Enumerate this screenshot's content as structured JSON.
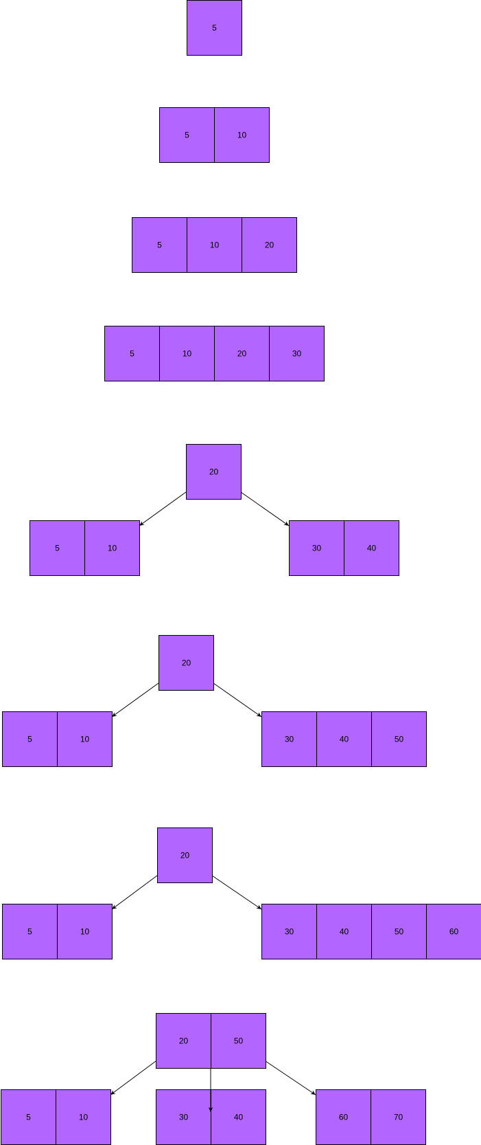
{
  "colors": {
    "cell_fill": "#b266ff",
    "cell_stroke": "#000000",
    "edge": "#000000",
    "background": "#ffffff"
  },
  "steps": [
    {
      "root": [
        "5"
      ],
      "children": []
    },
    {
      "root": [
        "5",
        "10"
      ],
      "children": []
    },
    {
      "root": [
        "5",
        "10",
        "20"
      ],
      "children": []
    },
    {
      "root": [
        "5",
        "10",
        "20",
        "30"
      ],
      "children": []
    },
    {
      "root": [
        "20"
      ],
      "children": [
        [
          "5",
          "10"
        ],
        [
          "30",
          "40"
        ]
      ]
    },
    {
      "root": [
        "20"
      ],
      "children": [
        [
          "5",
          "10"
        ],
        [
          "30",
          "40",
          "50"
        ]
      ]
    },
    {
      "root": [
        "20"
      ],
      "children": [
        [
          "5",
          "10"
        ],
        [
          "30",
          "40",
          "50",
          "60"
        ]
      ]
    },
    {
      "root": [
        "20",
        "50"
      ],
      "children": [
        [
          "5",
          "10"
        ],
        [
          "30",
          "40"
        ],
        [
          "60",
          "70"
        ]
      ]
    }
  ]
}
